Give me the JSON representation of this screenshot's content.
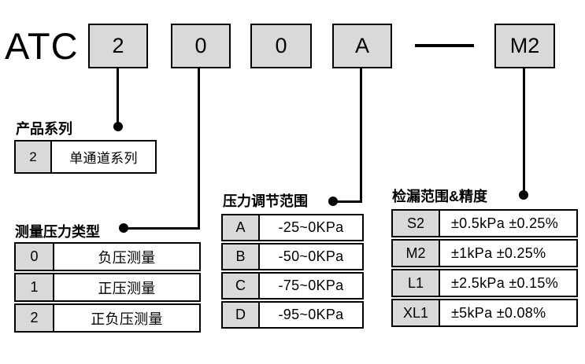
{
  "model_code": {
    "brand": "ATC",
    "segments": [
      "2",
      "0",
      "0",
      "A"
    ],
    "separator": "—",
    "suffix": "M2"
  },
  "sections": {
    "product_series": {
      "title": "产品系列",
      "rows": [
        {
          "key": "2",
          "value": "单通道系列"
        }
      ]
    },
    "pressure_type": {
      "title": "测量压力类型",
      "rows": [
        {
          "key": "0",
          "value": "负压测量"
        },
        {
          "key": "1",
          "value": "正压测量"
        },
        {
          "key": "2",
          "value": "正负压测量"
        }
      ]
    },
    "adjust_range": {
      "title": "压力调节范围",
      "rows": [
        {
          "key": "A",
          "value": "-25~0KPa"
        },
        {
          "key": "B",
          "value": "-50~0KPa"
        },
        {
          "key": "C",
          "value": "-75~0KPa"
        },
        {
          "key": "D",
          "value": "-95~0KPa"
        }
      ]
    },
    "leak_accuracy": {
      "title": "检漏范围&精度",
      "rows": [
        {
          "key": "S2",
          "value": "±0.5kPa ±0.25%"
        },
        {
          "key": "M2",
          "value": "±1kPa ±0.25%"
        },
        {
          "key": "L1",
          "value": "±2.5kPa ±0.15%"
        },
        {
          "key": "XL1",
          "value": "±5kPa ±0.08%"
        }
      ]
    }
  },
  "colors": {
    "box_fill": "#d9d9d9",
    "line": "#000000",
    "background": "#ffffff"
  }
}
